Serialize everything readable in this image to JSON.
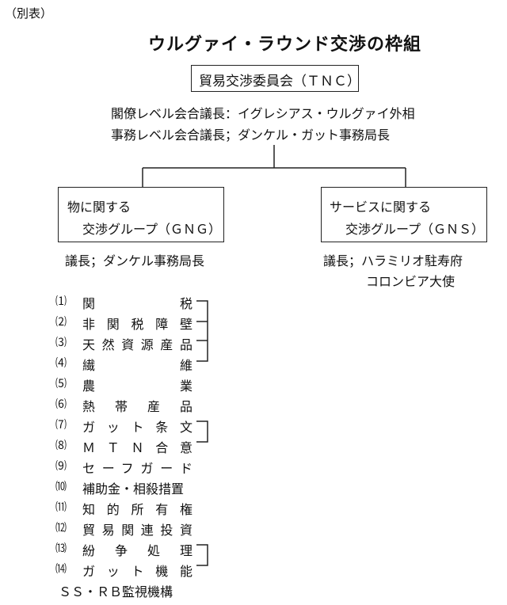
{
  "header": {
    "note": "（別表）",
    "title": "ウルグァイ・ラウンド交渉の枠組"
  },
  "tnc": {
    "box": "貿易交渉委員会（ＴＮＣ）",
    "chair1": "閣僚レベル会合議長：イグレシアス・ウルグァイ外相",
    "chair2": "事務レベル会合議長；ダンケル・ガット事務局長"
  },
  "gng": {
    "line1": "物に関する",
    "line2": "交渉グループ（ＧＮＧ）",
    "chair": "議長；ダンケル事務局長"
  },
  "gns": {
    "line1": "サービスに関する",
    "line2": "交渉グループ（ＧＮＳ）",
    "chair1": "議長；ハラミリオ駐寿府",
    "chair2": "コロンビア大使"
  },
  "items": [
    {
      "num": "⑴",
      "label": "関　　　税"
    },
    {
      "num": "⑵",
      "label": "非関税障壁"
    },
    {
      "num": "⑶",
      "label": "天然資源産品"
    },
    {
      "num": "⑷",
      "label": "繊　　　維"
    },
    {
      "num": "⑸",
      "label": "農　　　業"
    },
    {
      "num": "⑹",
      "label": "熱帯産品"
    },
    {
      "num": "⑺",
      "label": "ガット条文"
    },
    {
      "num": "⑻",
      "label": "ＭＴＮ合意"
    },
    {
      "num": "⑼",
      "label": "セーフガード"
    },
    {
      "num": "⑽",
      "label": "補助金・相殺措置"
    },
    {
      "num": "⑾",
      "label": "知的所有権"
    },
    {
      "num": "⑿",
      "label": "貿易関連投資"
    },
    {
      "num": "⒀",
      "label": "紛争処理"
    },
    {
      "num": "⒁",
      "label": "ガット機能"
    }
  ],
  "footer": "ＳＳ・ＲＢ監視機構"
}
